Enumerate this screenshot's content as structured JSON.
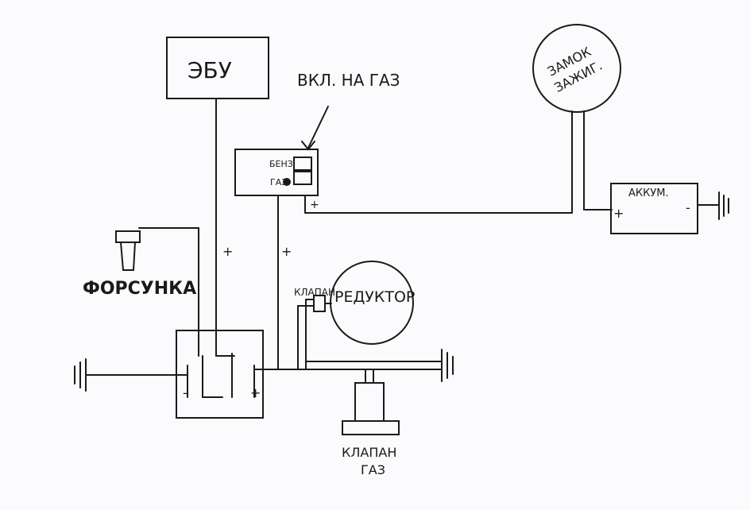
{
  "labels": {
    "ecu": "ЭБУ",
    "switch_title": "ВКЛ. НА ГАЗ",
    "benz": "БЕНЗ",
    "gas": "ГАЗ",
    "ignition_line1": "ЗАМОК",
    "ignition_line2": "ЗАЖИГ.",
    "battery": "АККУМ.",
    "injector": "ФОРСУНКА",
    "valve_small": "КЛАПАН",
    "reducer": "РЕДУКТОР",
    "gas_valve_line1": "КЛАПАН",
    "gas_valve_line2": "ГАЗ",
    "plus": "+",
    "minus": "-"
  },
  "colors": {
    "ink": "#1a1a1a",
    "paper": "#fbfbfd"
  }
}
